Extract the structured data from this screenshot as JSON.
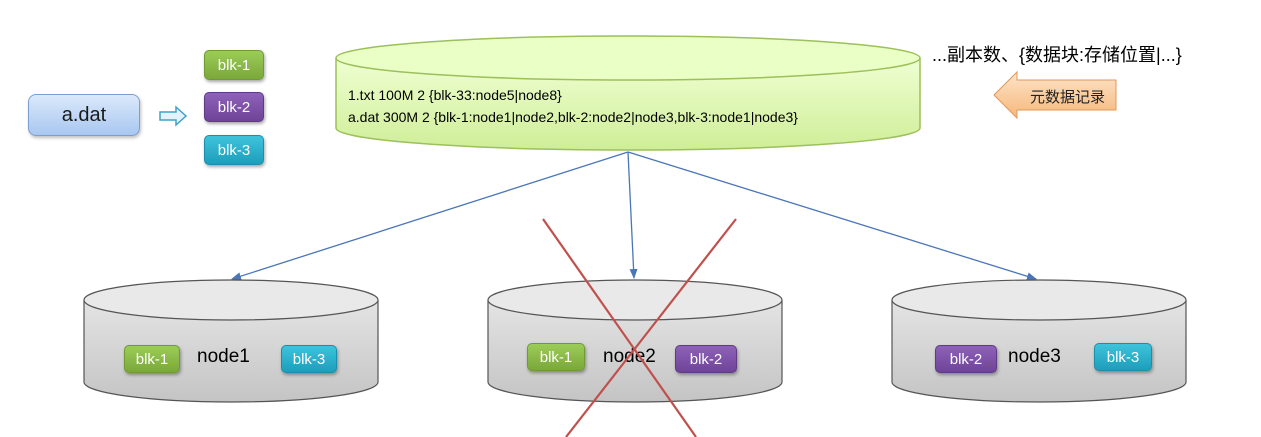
{
  "file": {
    "label": "a.dat"
  },
  "blocks": [
    {
      "label": "blk-1",
      "color": "#8bbf4a"
    },
    {
      "label": "blk-2",
      "color": "#7e52a8"
    },
    {
      "label": "blk-3",
      "color": "#2fb0cc"
    }
  ],
  "metadata": {
    "lines": [
      "1.txt 100M 2 {blk-33:node5|node8}",
      "a.dat 300M 2 {blk-1:node1|node2,blk-2:node2|node3,blk-3:node1|node3}"
    ],
    "annotation": "...副本数、{数据块:存储位置|...}",
    "callout": "元数据记录"
  },
  "nodes": [
    {
      "label": "node1",
      "left_block": "blk-1",
      "right_block": "blk-3",
      "failed": false
    },
    {
      "label": "node2",
      "left_block": "blk-1",
      "right_block": "blk-2",
      "failed": true
    },
    {
      "label": "node3",
      "left_block": "blk-2",
      "right_block": "blk-3",
      "failed": false
    }
  ],
  "colors": {
    "metadata_fill": "#d8f3a8",
    "node_fill": "#d9d9d9",
    "arrow": "#4a76b8",
    "cross": "#c0504d",
    "callout_fill": "#f8c99a"
  }
}
